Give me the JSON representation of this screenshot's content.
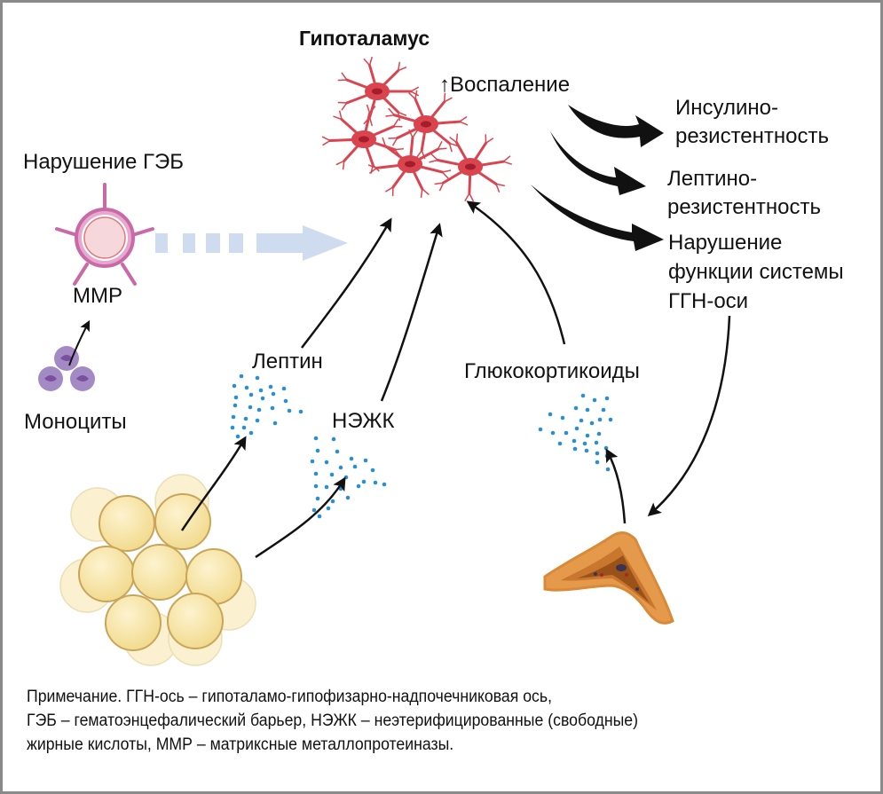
{
  "figure": {
    "title": "Гипоталамус",
    "inflammation_label": "↑Воспаление",
    "outcomes": [
      {
        "line1": "Инсулино-",
        "line2": "резистентность"
      },
      {
        "line1": "Лептино-",
        "line2": "резистентность"
      },
      {
        "line1": "Нарушение",
        "line2": "функции системы",
        "line3": "ГГН-оси"
      }
    ],
    "bbb_label": "Нарушение ГЭБ",
    "mmp_label": "ММР",
    "monocytes_label": "Моноциты",
    "leptin_label": "Лептин",
    "nefa_label": "НЭЖК",
    "glucocorticoids_label": "Глюкокортикоиды",
    "colors": {
      "neuron": "#d9444f",
      "neuron_nucleus": "#a41d2a",
      "vessel": "#c96aa6",
      "vessel_inner": "#f6d8dc",
      "dashed_arrow": "#cfdcef",
      "dots": "#2a8fd0",
      "fat_cell": "#f7e3a0",
      "fat_outline": "#c9a55a",
      "adrenal": "#e49a4a",
      "adrenal_inner": "#b7651f",
      "monocyte": "#a48ac4",
      "monocyte_nucleus": "#7a4f9f"
    }
  },
  "note": {
    "lines": [
      "Примечание. ГГН-ось – гипоталамо-гипофизарно-надпочечниковая ось,",
      "ГЭБ – гематоэнцефалический барьер, НЭЖК – неэтерифицированные (свободные)",
      "жирные кислоты, ММР – матриксные металлопротеиназы."
    ]
  }
}
